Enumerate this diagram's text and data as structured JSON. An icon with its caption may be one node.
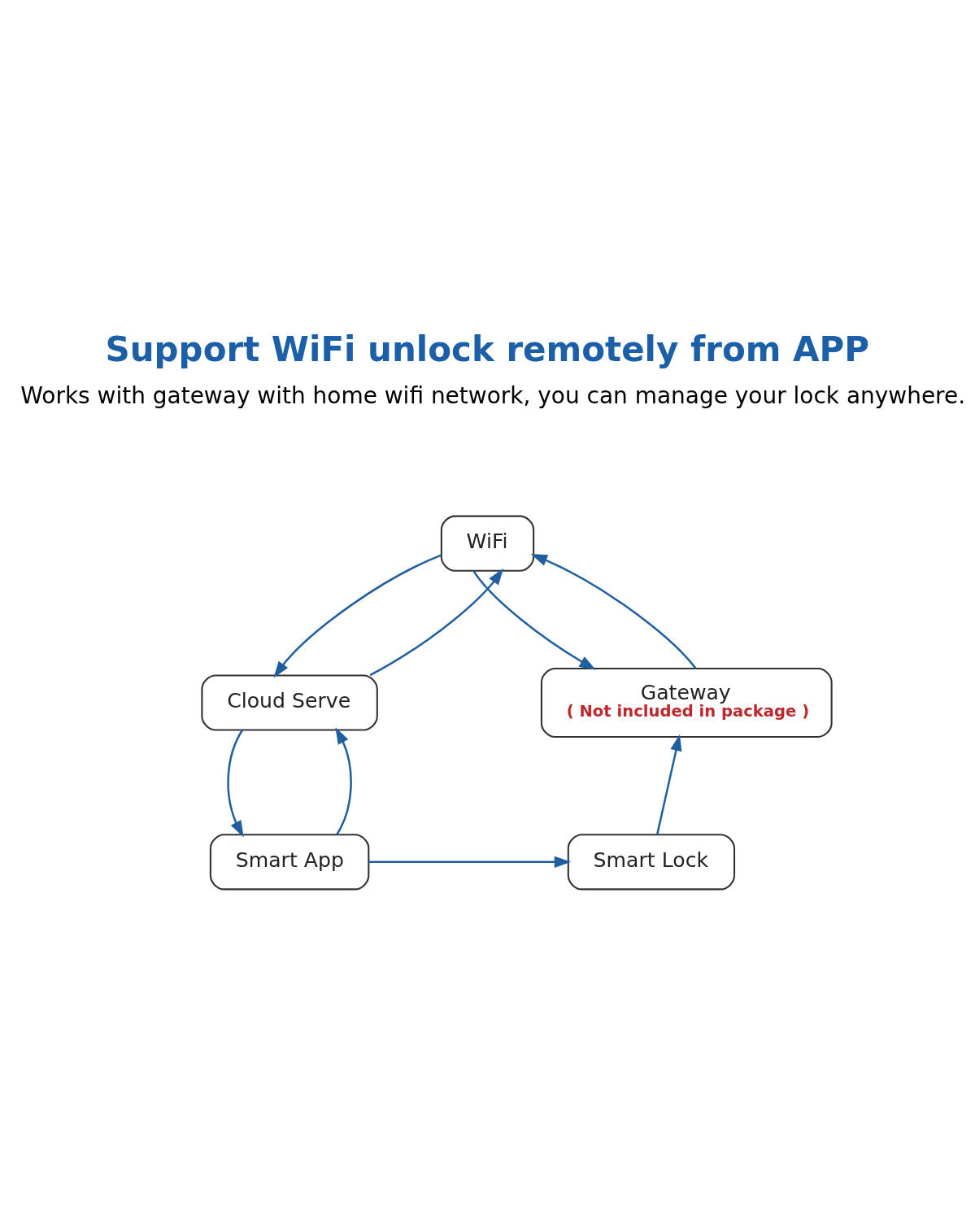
{
  "diagram": {
    "title": "Support WiFi unlock remotely from APP",
    "nodes": [
      {
        "text": [
          "WiFi"
        ]
      },
      {
        "text": [
          "Cloud Serve"
        ]
      },
      {
        "text": [
          "Gateway",
          "( Not included in package )"
        ]
      },
      {
        "text": [
          "Smart App"
        ]
      },
      {
        "text": [
          "Smart Lock"
        ]
      }
    ],
    "edges": [
      {
        "from": 2,
        "to": 0,
        "arrow": "to"
      },
      {
        "from": 0,
        "to": 2,
        "arrow": "to"
      },
      {
        "from": 0,
        "to": 1,
        "arrow": "to"
      },
      {
        "from": 1,
        "to": 0,
        "arrow": "to"
      },
      {
        "from": 3,
        "to": 1,
        "arrow": "to"
      },
      {
        "from": 1,
        "to": 3,
        "arrow": "to"
      },
      {
        "from": 3,
        "to": 4,
        "arrow": "to"
      },
      {
        "from": 4,
        "to": 2,
        "arrow": "to"
      }
    ],
    "labels": [
      "Works with gateway with home wifi network, you can manage your lock anywhere."
    ]
  }
}
